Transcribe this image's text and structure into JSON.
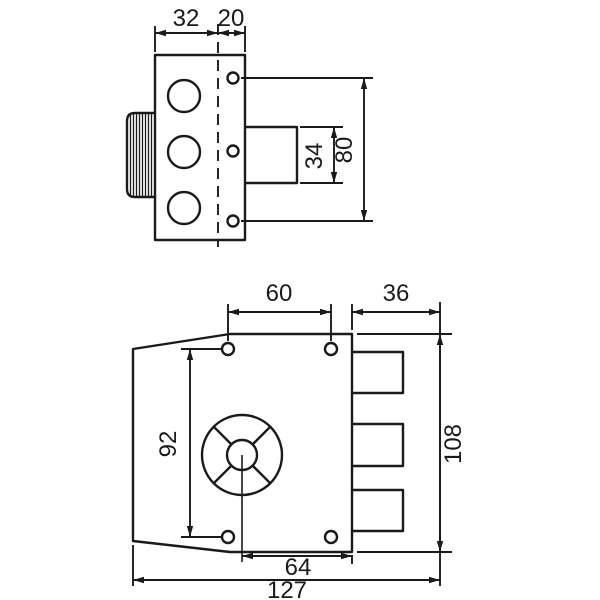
{
  "palette": {
    "background": "#ffffff",
    "line": "#1a1a1a"
  },
  "side_view": {
    "dim_width": "32",
    "dim_offset": "20",
    "dim_bolt_height": "34",
    "dim_hole_spacing": "80"
  },
  "front_view": {
    "dim_hole_spacing_horizontal": "60",
    "dim_bolt_extension": "36",
    "dim_hole_spacing_vertical": "92",
    "dim_case_height": "108",
    "dim_cylinder_offset": "64",
    "dim_total_width": "127"
  }
}
